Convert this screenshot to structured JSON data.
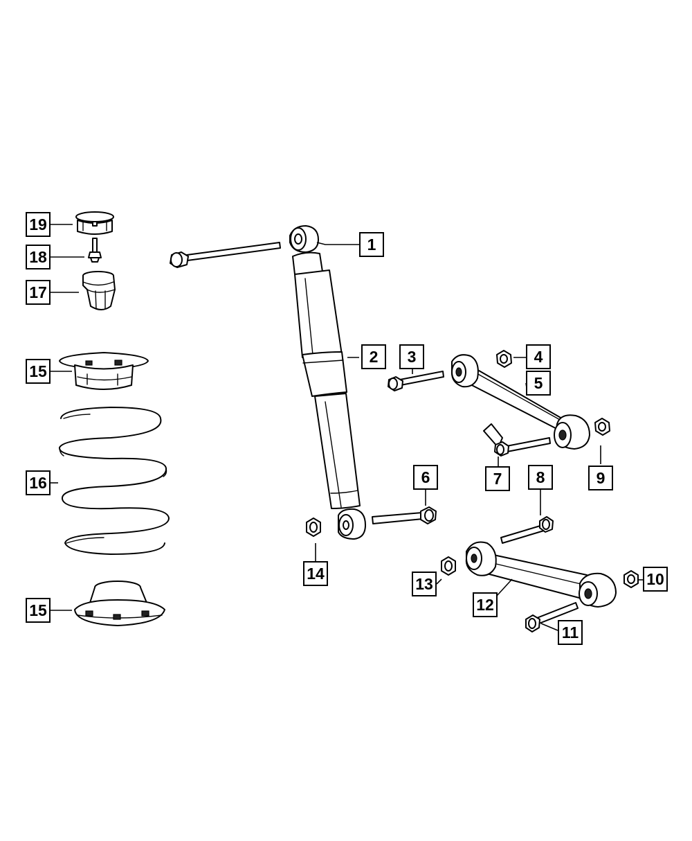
{
  "diagram": {
    "callouts": {
      "c1": "1",
      "c2": "2",
      "c3": "3",
      "c4": "4",
      "c5": "5",
      "c6": "6",
      "c7": "7",
      "c8": "8",
      "c9": "9",
      "c10": "10",
      "c11": "11",
      "c12": "12",
      "c13": "13",
      "c14": "14",
      "c15_top": "15",
      "c15_bottom": "15",
      "c16": "16",
      "c17": "17",
      "c18": "18",
      "c19": "19"
    }
  }
}
